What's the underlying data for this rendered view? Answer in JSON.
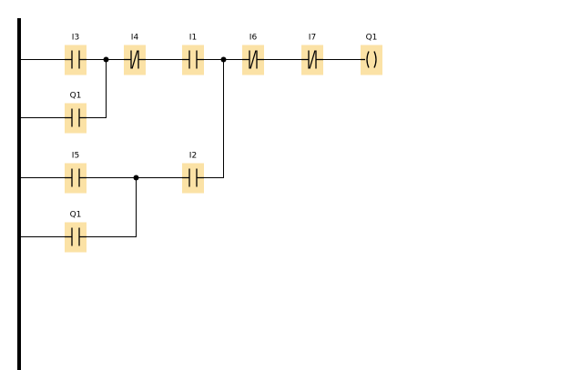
{
  "diagram": {
    "type": "ladder",
    "colors": {
      "element_fill": "#fbe2a6",
      "line": "#000000"
    },
    "elements": [
      {
        "id": "I3",
        "label": "I3",
        "kind": "contact-no",
        "row": 0,
        "col": 0
      },
      {
        "id": "I4",
        "label": "I4",
        "kind": "contact-nc",
        "row": 0,
        "col": 1
      },
      {
        "id": "I1",
        "label": "I1",
        "kind": "contact-no",
        "row": 0,
        "col": 2
      },
      {
        "id": "I6",
        "label": "I6",
        "kind": "contact-nc",
        "row": 0,
        "col": 3
      },
      {
        "id": "I7",
        "label": "I7",
        "kind": "contact-nc",
        "row": 0,
        "col": 4
      },
      {
        "id": "Q1coil",
        "label": "Q1",
        "kind": "coil",
        "row": 0,
        "col": 5
      },
      {
        "id": "Q1a",
        "label": "Q1",
        "kind": "contact-no",
        "row": 1,
        "col": 0
      },
      {
        "id": "I5",
        "label": "I5",
        "kind": "contact-no",
        "row": 2,
        "col": 0
      },
      {
        "id": "I2",
        "label": "I2",
        "kind": "contact-no",
        "row": 2,
        "col": 2
      },
      {
        "id": "Q1b",
        "label": "Q1",
        "kind": "contact-no",
        "row": 3,
        "col": 0
      }
    ]
  }
}
